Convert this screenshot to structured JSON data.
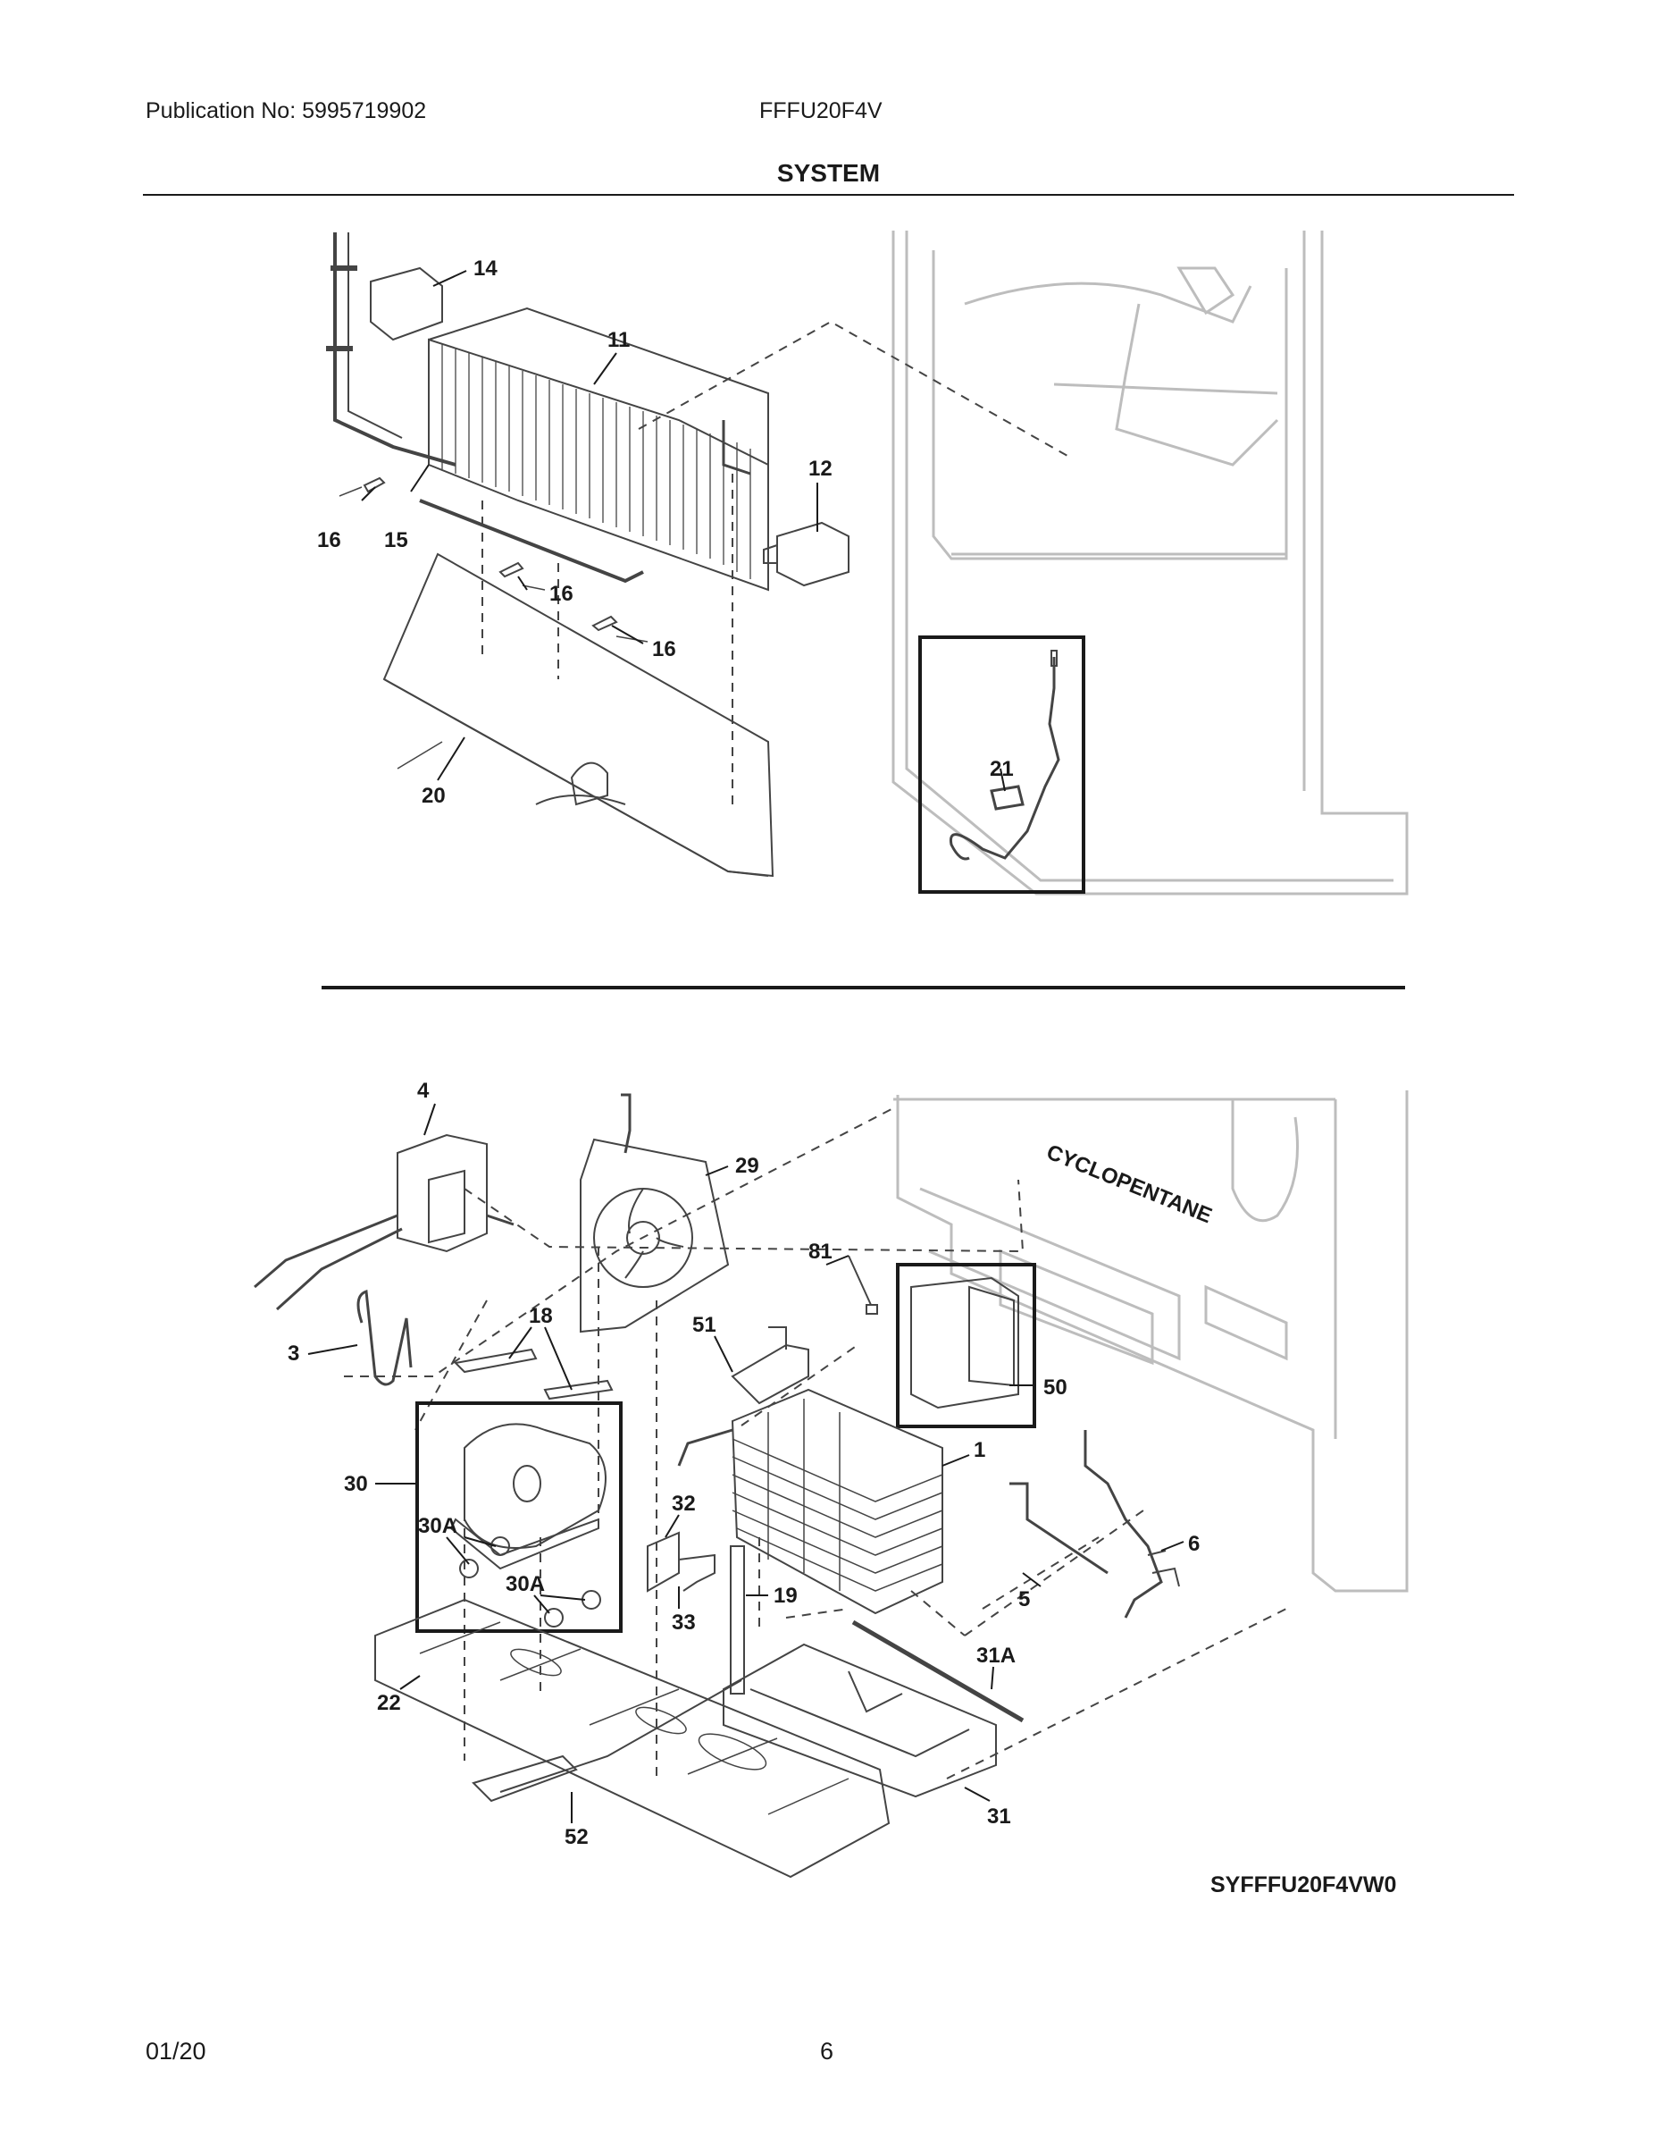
{
  "header": {
    "publication": "Publication No: 5995719902",
    "model": "FFFU20F4V",
    "section_title": "SYSTEM"
  },
  "callouts_upper": [
    "14",
    "11",
    "12",
    "16",
    "15",
    "16",
    "16",
    "20",
    "21"
  ],
  "callouts_lower": [
    "4",
    "29",
    "81",
    "3",
    "18",
    "51",
    "50",
    "30",
    "1",
    "30A",
    "32",
    "6",
    "30A",
    "19",
    "5",
    "33",
    "31A",
    "22",
    "52",
    "31"
  ],
  "diagram_code": "SYFFFU20F4VW0",
  "footer": {
    "date": "01/20",
    "page": "6"
  },
  "embossed_text": "CYCLOPENTANE"
}
